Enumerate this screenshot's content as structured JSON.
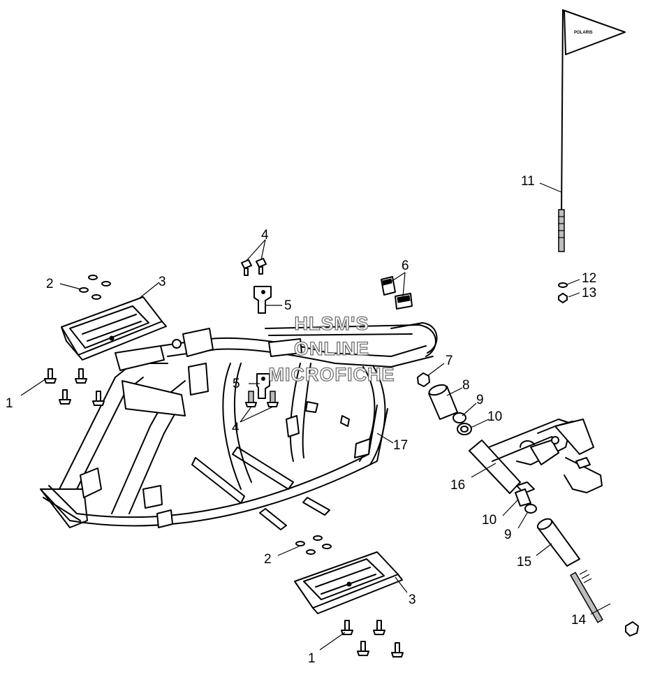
{
  "diagram": {
    "watermark": {
      "line1": "HLSM'S",
      "line2": "ONLINE",
      "line3": "MICROFICHE"
    },
    "flag_text": "POLARIS",
    "callouts": [
      {
        "id": "c1a",
        "label": "1"
      },
      {
        "id": "c2a",
        "label": "2"
      },
      {
        "id": "c3a",
        "label": "3"
      },
      {
        "id": "c4a",
        "label": "4"
      },
      {
        "id": "c5a",
        "label": "5"
      },
      {
        "id": "c6",
        "label": "6"
      },
      {
        "id": "c5b",
        "label": "5"
      },
      {
        "id": "c4b",
        "label": "4"
      },
      {
        "id": "c7",
        "label": "7"
      },
      {
        "id": "c8",
        "label": "8"
      },
      {
        "id": "c9a",
        "label": "9"
      },
      {
        "id": "c10a",
        "label": "10"
      },
      {
        "id": "c11",
        "label": "11"
      },
      {
        "id": "c12",
        "label": "12"
      },
      {
        "id": "c13",
        "label": "13"
      },
      {
        "id": "c16",
        "label": "16"
      },
      {
        "id": "c17",
        "label": "17"
      },
      {
        "id": "c10b",
        "label": "10"
      },
      {
        "id": "c9b",
        "label": "9"
      },
      {
        "id": "c15",
        "label": "15"
      },
      {
        "id": "c2b",
        "label": "2"
      },
      {
        "id": "c3b",
        "label": "3"
      },
      {
        "id": "c14",
        "label": "14"
      },
      {
        "id": "c1b",
        "label": "1"
      }
    ]
  }
}
